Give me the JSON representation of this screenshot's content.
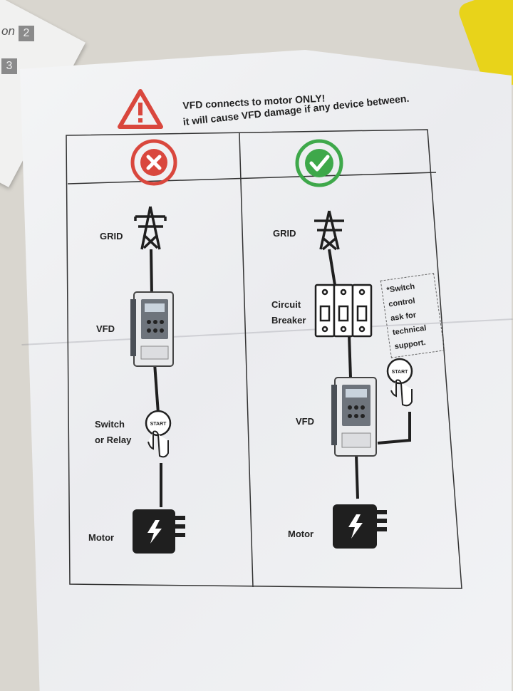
{
  "background": {
    "tab_text": "on",
    "key_2": "2",
    "key_3": "3"
  },
  "colors": {
    "warning_red": "#d9473d",
    "ok_green": "#3ea84a",
    "ink": "#1f1f1f"
  },
  "header": {
    "warning_line_1": "VFD connects to motor ONLY!",
    "warning_line_2": "it will cause VFD damage if any device between."
  },
  "left_column": {
    "status_icon": "red-x-circle",
    "grid_label": "GRID",
    "vfd_label": "VFD",
    "switch_label_1": "Switch",
    "switch_label_2": "or Relay",
    "motor_label": "Motor",
    "start_button_text": "START"
  },
  "right_column": {
    "status_icon": "green-check-circle",
    "grid_label": "GRID",
    "breaker_label_1": "Circuit",
    "breaker_label_2": "Breaker",
    "vfd_label": "VFD",
    "motor_label": "Motor",
    "start_button_text": "START",
    "note_lines": [
      "*Switch",
      "control",
      "ask for",
      "technical",
      "support."
    ]
  }
}
